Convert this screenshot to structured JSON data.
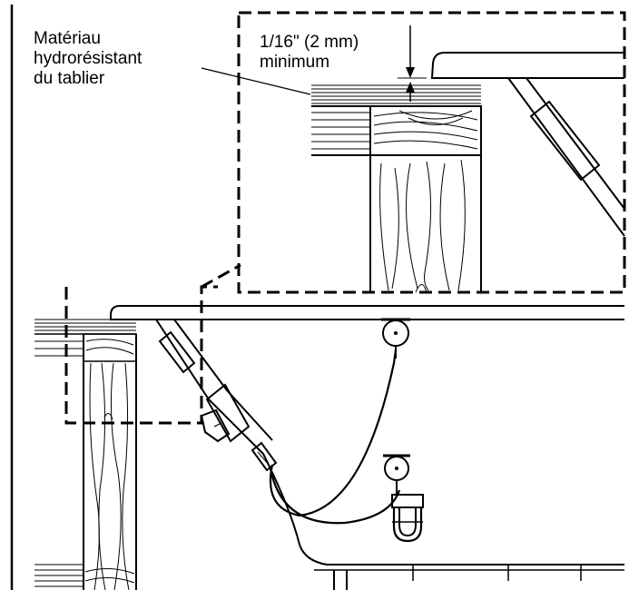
{
  "labels": {
    "material_line1": "Matériau",
    "material_line2": "hydrorésistant",
    "material_line3": "du tablier",
    "clearance_line1": "1/16\" (2 mm)",
    "clearance_line2": "minimum"
  }
}
